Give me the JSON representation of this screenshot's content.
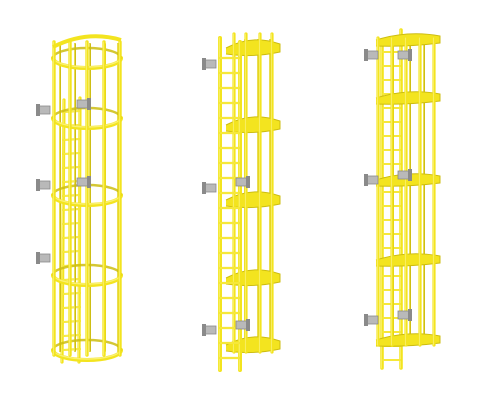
{
  "scene": {
    "background": "#ffffff",
    "colors": {
      "ladder_yellow": "#f3e41f",
      "ladder_yellow_dark": "#cdbd10",
      "ladder_yellow_light": "#fbf27a",
      "bracket_grey": "#b9b9b9",
      "bracket_grey_dark": "#8a8a8a"
    },
    "objects": [
      {
        "name": "caged-ladder-left",
        "icon": "caged-ladder-icon"
      },
      {
        "name": "caged-ladder-middle",
        "icon": "caged-ladder-icon"
      },
      {
        "name": "caged-ladder-right",
        "icon": "caged-ladder-icon"
      }
    ]
  }
}
